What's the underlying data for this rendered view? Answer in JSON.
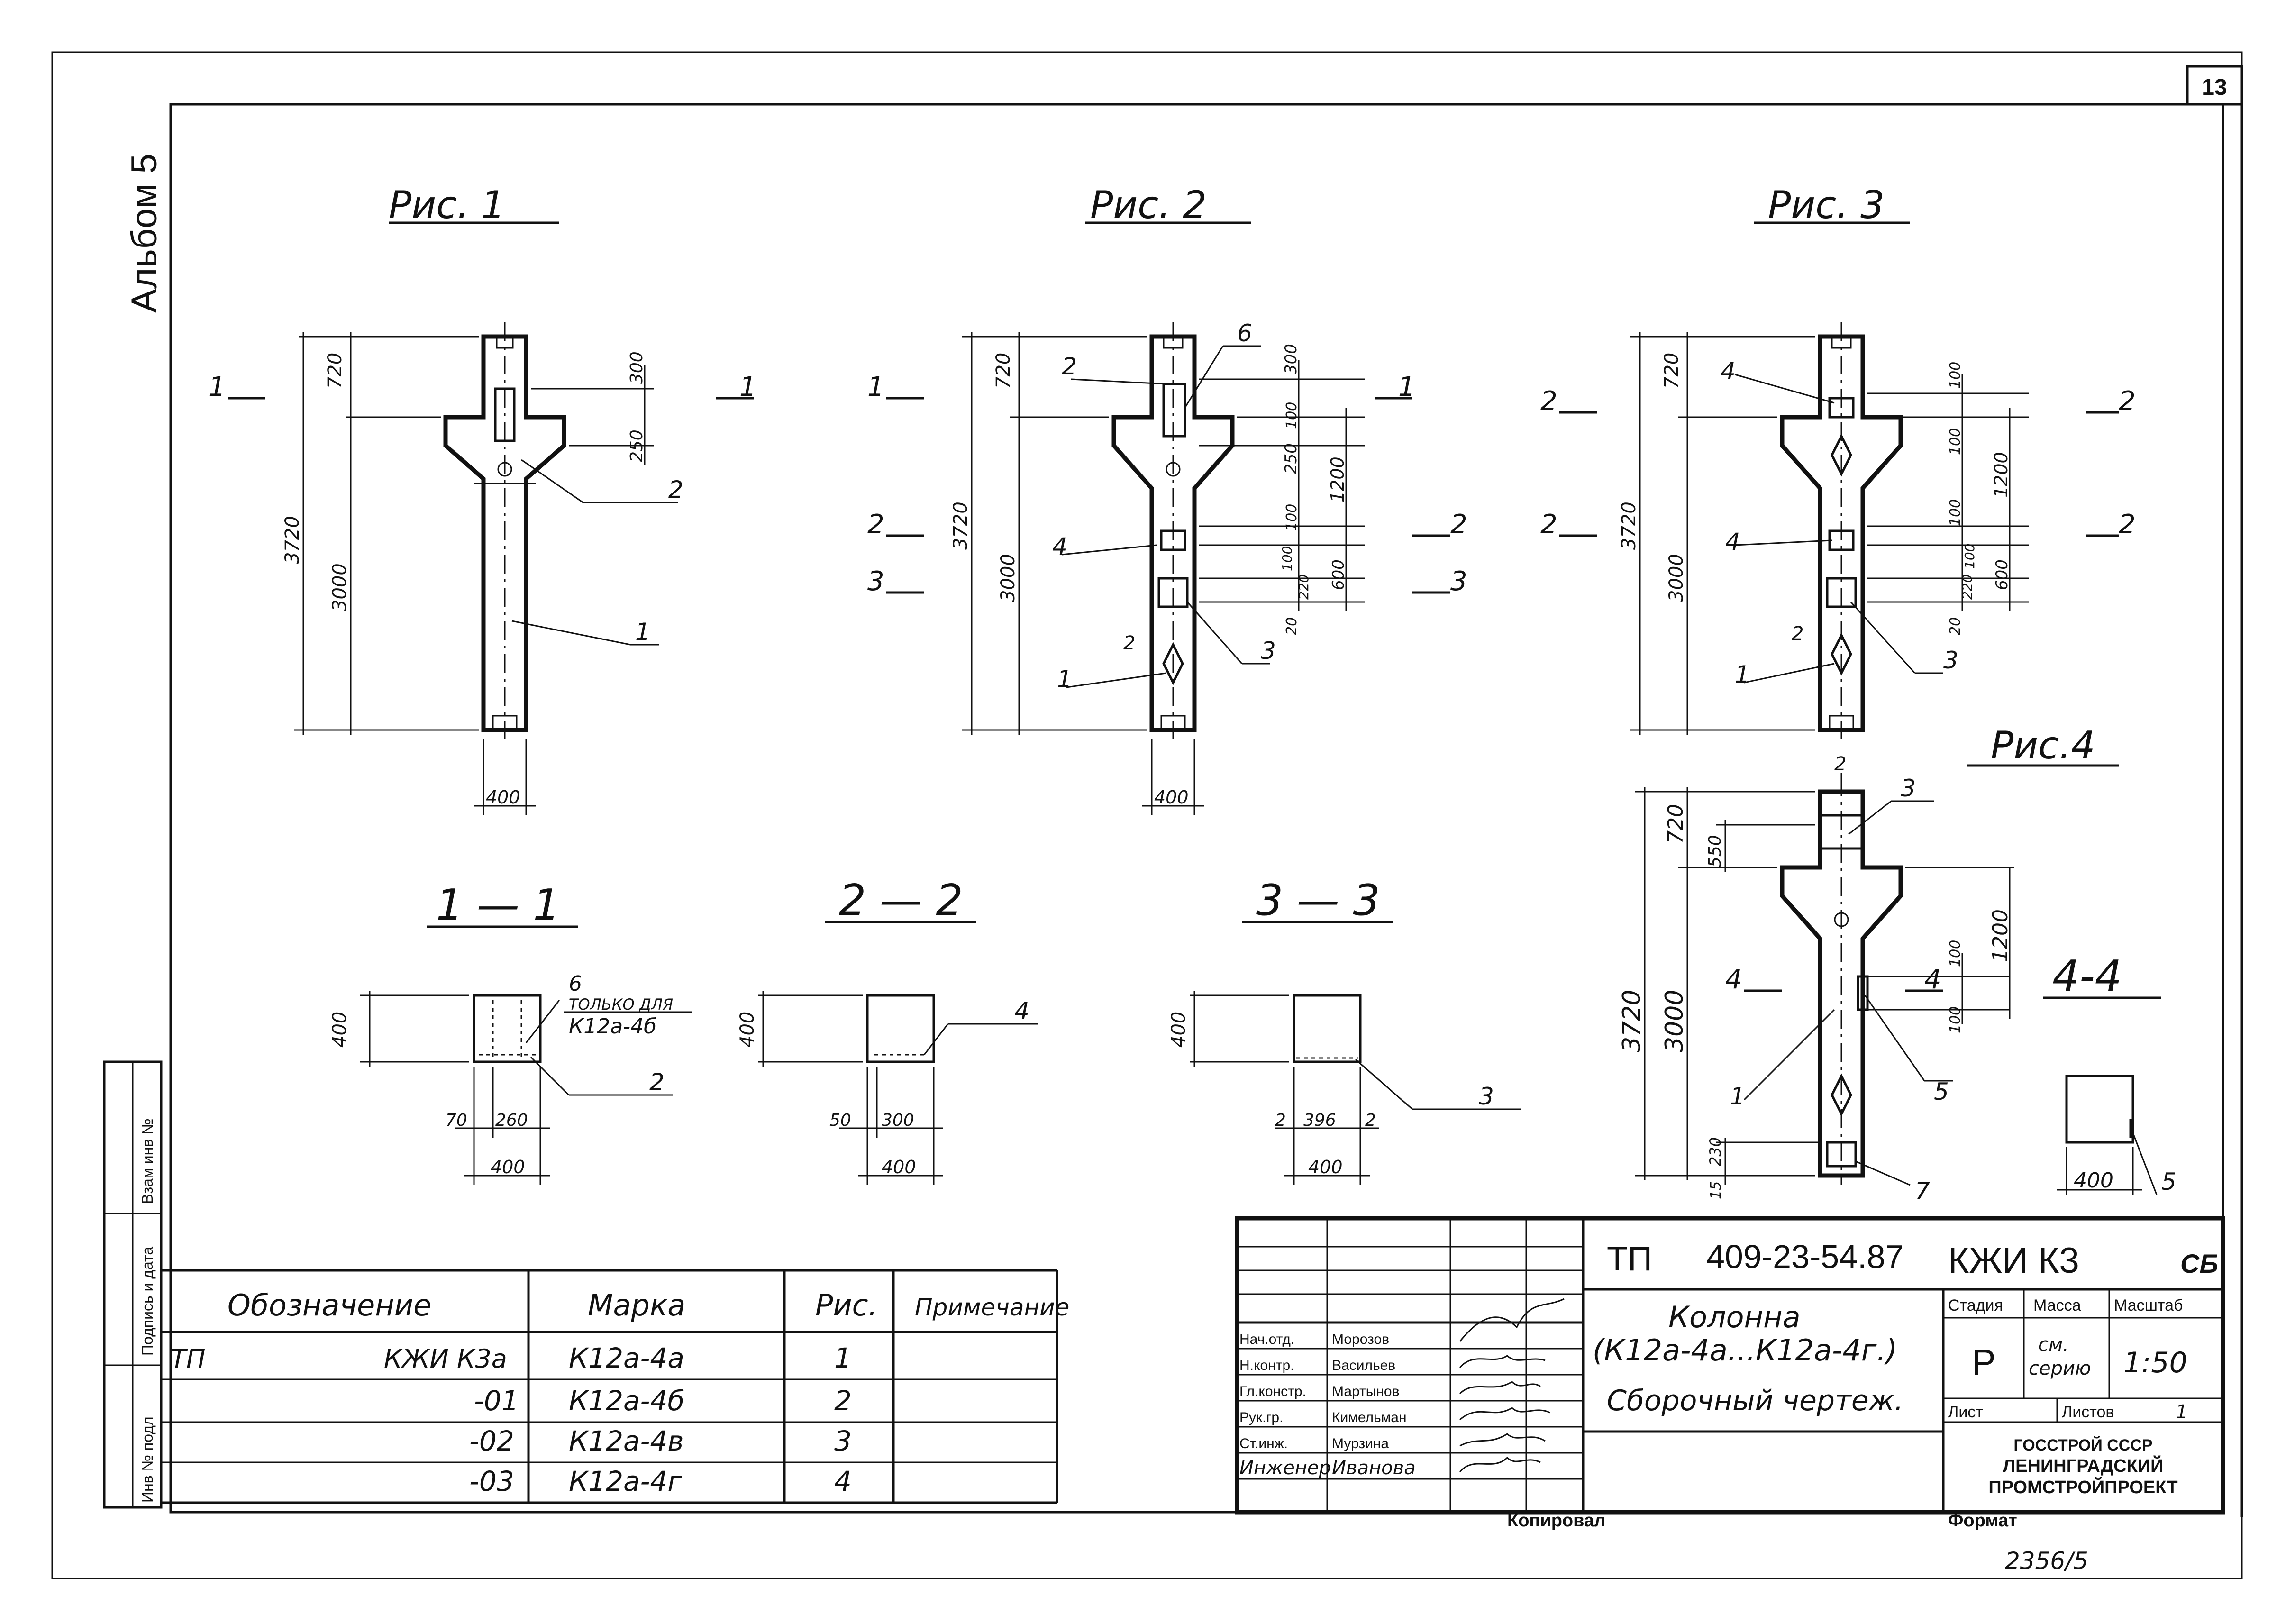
{
  "sheet": {
    "number": "13",
    "album": "Альбом 5",
    "copy_number": "2356/5",
    "copied_by_label": "Копировал",
    "format_label": "Формат"
  },
  "side_stamp": {
    "inv_podl": "Инв № подл",
    "podpis_data": "Подпись и дата",
    "vzam_inv": "Взам инв №"
  },
  "figures": {
    "fig1": "Рис. 1",
    "fig2": "Рис. 2",
    "fig3": "Рис. 3",
    "fig4": "Рис.4"
  },
  "sections": {
    "s11": "1 — 1",
    "s22": "2 — 2",
    "s33": "3 — 3",
    "s44": "4-4"
  },
  "section_marks": {
    "m1": "1",
    "m2": "2",
    "m3": "3",
    "m4": "4"
  },
  "positions": {
    "p1": "1",
    "p2": "2",
    "p3": "3",
    "p4": "4",
    "p5": "5",
    "p6": "6",
    "p7": "7"
  },
  "dims": {
    "d720": "720",
    "d3720": "3720",
    "d3000": "3000",
    "d300": "300",
    "d250": "250",
    "d400": "400",
    "d100": "100",
    "d1200": "1200",
    "d600": "600",
    "d220": "220",
    "d20": "20",
    "d550": "550",
    "d230": "230",
    "d15": "15",
    "d70": "70",
    "d260": "260",
    "d50": "50",
    "d300b": "300",
    "d2": "2",
    "d396": "396",
    "d2b": "2",
    "d3000b": "3000",
    "d3720b": "3720",
    "d720b": "720"
  },
  "note_only_for": "ТОЛЬКО ДЛЯ",
  "note_mark": "К12а-4б",
  "spec_table": {
    "headers": [
      "Обозначение",
      "Марка",
      "Рис.",
      "Примечание"
    ],
    "rows": [
      {
        "prefix": "ТП",
        "designation": "КЖИ К3а",
        "mark": "К12а-4а",
        "fig": "1",
        "note": ""
      },
      {
        "prefix": "",
        "designation": "-01",
        "mark": "К12а-4б",
        "fig": "2",
        "note": ""
      },
      {
        "prefix": "",
        "designation": "-02",
        "mark": "К12а-4в",
        "fig": "3",
        "note": ""
      },
      {
        "prefix": "",
        "designation": "-03",
        "mark": "К12а-4г",
        "fig": "4",
        "note": ""
      }
    ]
  },
  "title_block": {
    "code_prefix": "ТП",
    "code": "409-23-54.87",
    "code_suffix": "КЖИ К3",
    "doc_type": "СБ",
    "title_line1": "Колонна",
    "title_line2": "(К12а-4а...К12а-4г.)",
    "title_line3": "Сборочный чертеж.",
    "stage_label": "Стадия",
    "mass_label": "Масса",
    "scale_label": "Масштаб",
    "stage": "Р",
    "mass_line1": "см.",
    "mass_line2": "серию",
    "scale": "1:50",
    "sheet_label": "Лист",
    "sheets_label": "Листов",
    "sheets": "1",
    "org_line1": "ГОССТРОЙ СССР",
    "org_line2": "ЛЕНИНГРАДСКИЙ",
    "org_line3": "ПРОМСТРОЙПРОЕКТ",
    "staff": [
      {
        "role": "Нач.отд.",
        "name": "Морозов"
      },
      {
        "role": "Н.контр.",
        "name": "Васильев"
      },
      {
        "role": "Гл.констр.",
        "name": "Мартынов"
      },
      {
        "role": "Рук.гр.",
        "name": "Кимельман"
      },
      {
        "role": "Ст.инж.",
        "name": "Мурзина"
      },
      {
        "role": "Инженер",
        "name": "Иванова"
      }
    ]
  }
}
